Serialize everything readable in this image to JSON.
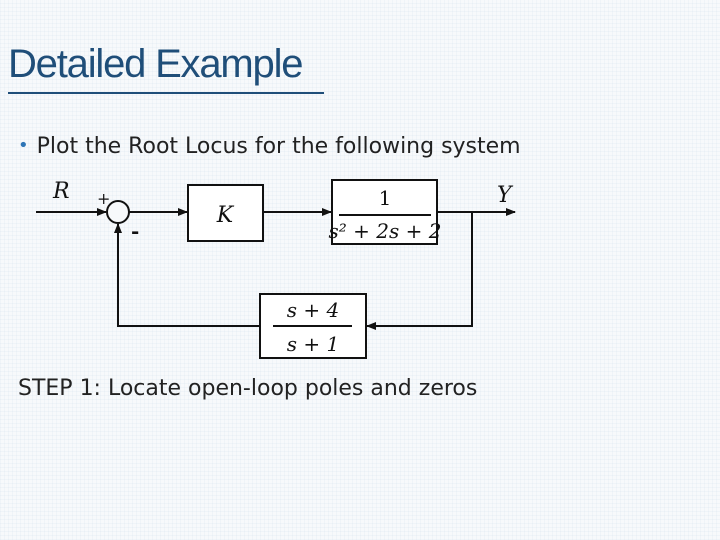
{
  "slide": {
    "title": "Detailed Example",
    "bullet": "Plot the Root Locus for the following system",
    "step": "STEP 1: Locate open-loop poles and zeros"
  },
  "diagram": {
    "input_label": "R",
    "output_label": "Y",
    "plus_sign": "+",
    "minus_sign": "-",
    "gain_block": "K",
    "plant": {
      "numerator": "1",
      "denominator": "s² + 2s + 2"
    },
    "feedback": {
      "numerator": "s + 4",
      "denominator": "s + 1"
    }
  },
  "colors": {
    "title": "#1f4e79",
    "bullet": "#2e75b6",
    "line": "#111111"
  }
}
